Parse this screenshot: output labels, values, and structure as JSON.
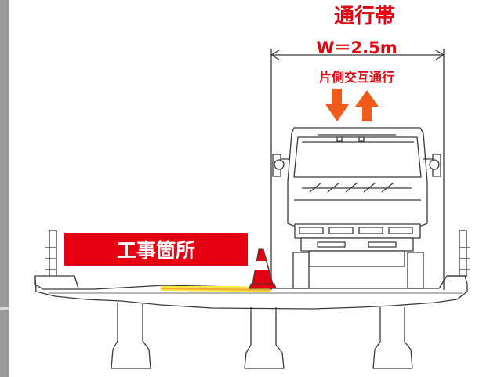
{
  "diagram": {
    "title": "通行帯",
    "lane_width": "W＝2.5m",
    "traffic_mode": "片側交互通行",
    "work_area_label": "工事箇所"
  },
  "colors": {
    "accent_red": "#e60012",
    "arrow_orange": "#f05a1a",
    "banner_red": "#e60012",
    "work_zone_yellow": "#f3ea3a",
    "work_zone_orange": "#f3a53a",
    "line": "#3a3a3a"
  },
  "icons": [
    "down-arrow-icon",
    "up-arrow-icon",
    "traffic-cone-icon",
    "truck-icon",
    "guardrail-icon"
  ]
}
